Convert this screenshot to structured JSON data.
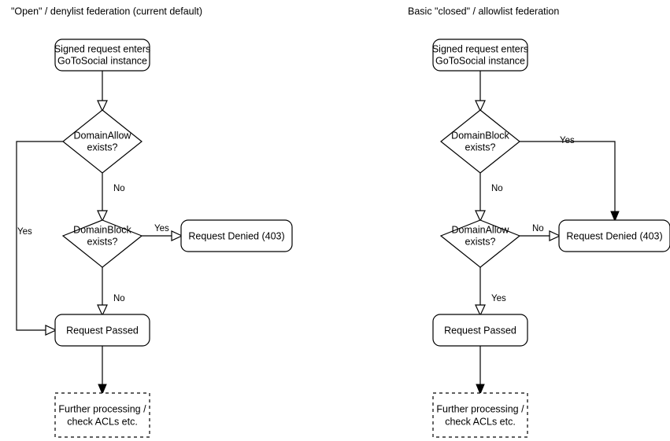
{
  "panels": [
    {
      "id": "open-denylist",
      "title": "\"Open\" / denylist federation (current default)",
      "nodes": {
        "start": {
          "line1": "Signed request enters",
          "line2": "GoToSocial instance"
        },
        "decision1": {
          "line1": "DomainAllow",
          "line2": "exists?"
        },
        "decision2": {
          "line1": "DomainBlock",
          "line2": "exists?"
        },
        "denied": {
          "label": "Request Denied (403)"
        },
        "passed": {
          "label": "Request Passed"
        },
        "further": {
          "line1": "Further processing /",
          "line2": "check ACLs etc."
        }
      },
      "edges": {
        "d1_yes": "Yes",
        "d1_no": "No",
        "d2_yes": "Yes",
        "d2_no": "No"
      }
    },
    {
      "id": "closed-allowlist",
      "title": "Basic \"closed\" / allowlist federation",
      "nodes": {
        "start": {
          "line1": "Signed request enters",
          "line2": "GoToSocial instance"
        },
        "decision1": {
          "line1": "DomainBlock",
          "line2": "exists?"
        },
        "decision2": {
          "line1": "DomainAllow",
          "line2": "exists?"
        },
        "denied": {
          "label": "Request Denied (403)"
        },
        "passed": {
          "label": "Request Passed"
        },
        "further": {
          "line1": "Further processing /",
          "line2": "check ACLs etc."
        }
      },
      "edges": {
        "d1_yes": "Yes",
        "d1_no": "No",
        "d2_no": "No",
        "d2_yes": "Yes"
      }
    }
  ],
  "style": {
    "stroke": "#000000",
    "fill": "#ffffff",
    "text": "#000000"
  }
}
